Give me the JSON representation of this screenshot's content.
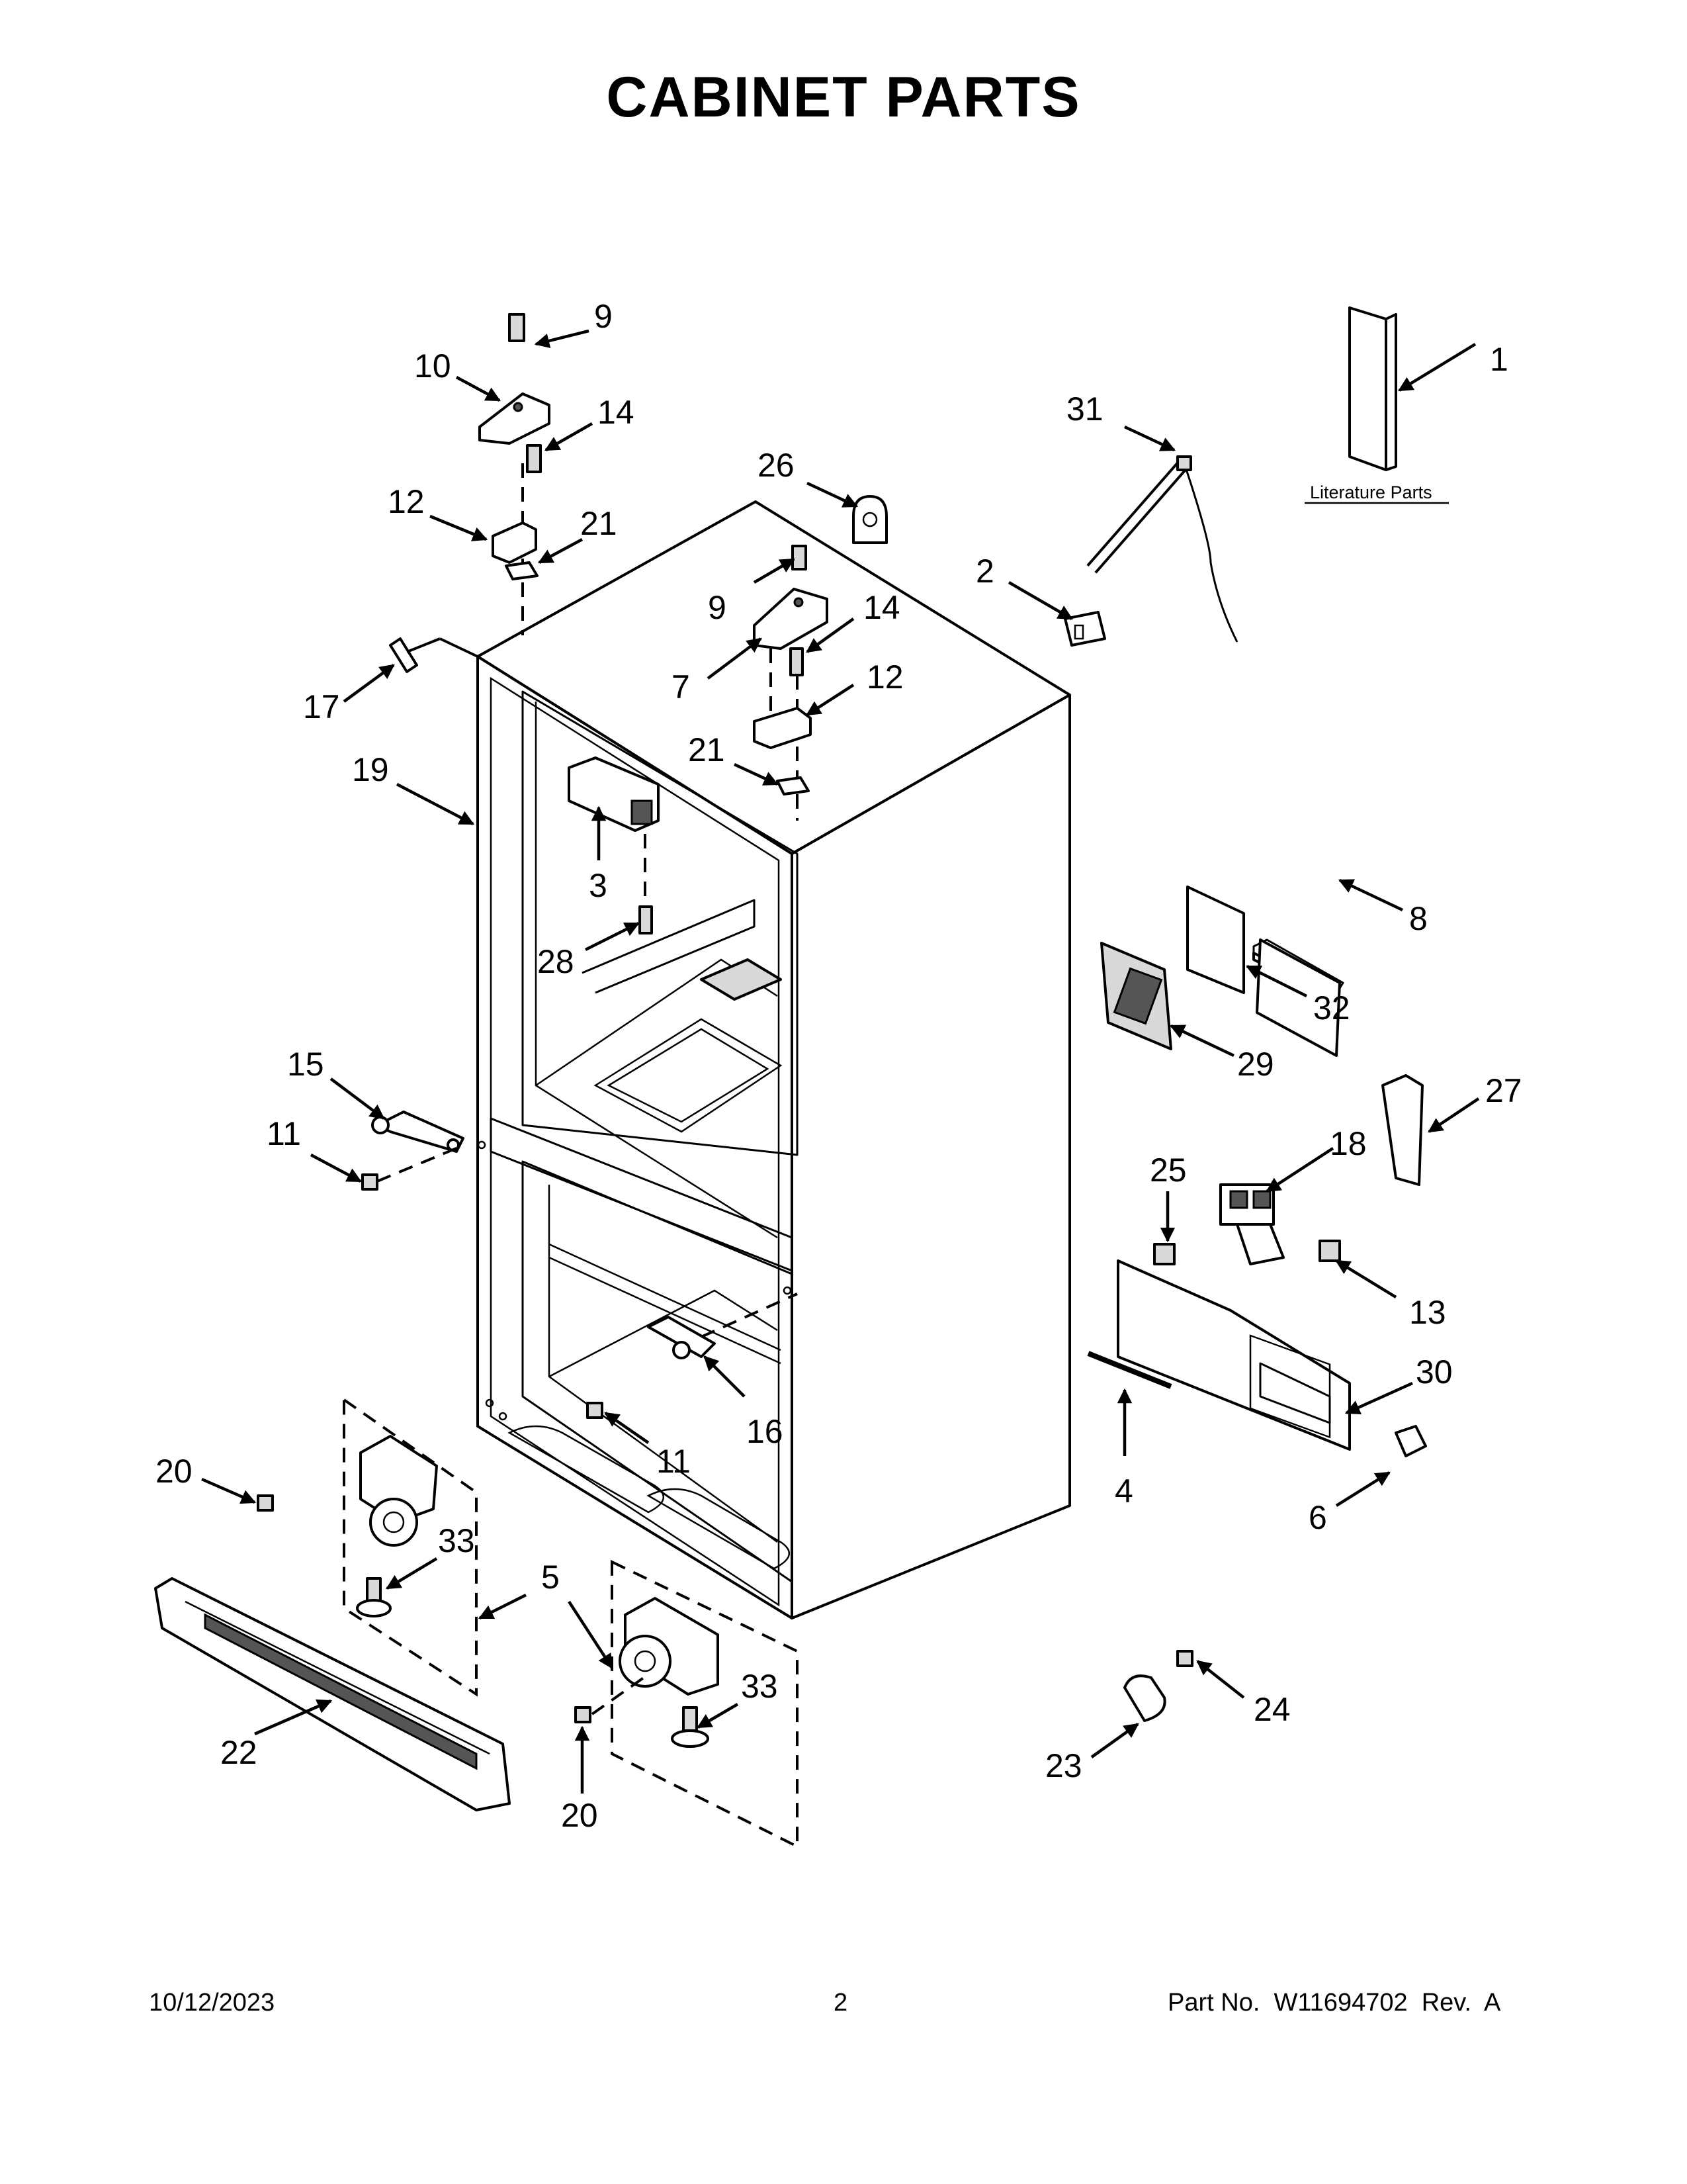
{
  "page": {
    "title": "CABINET PARTS",
    "literature_label": "Literature Parts"
  },
  "callouts": [
    {
      "id": "c1",
      "label": "1"
    },
    {
      "id": "c2",
      "label": "2"
    },
    {
      "id": "c3",
      "label": "3"
    },
    {
      "id": "c4",
      "label": "4"
    },
    {
      "id": "c5",
      "label": "5"
    },
    {
      "id": "c6",
      "label": "6"
    },
    {
      "id": "c7",
      "label": "7"
    },
    {
      "id": "c8",
      "label": "8"
    },
    {
      "id": "c9a",
      "label": "9"
    },
    {
      "id": "c9b",
      "label": "9"
    },
    {
      "id": "c10",
      "label": "10"
    },
    {
      "id": "c11a",
      "label": "11"
    },
    {
      "id": "c11b",
      "label": "11"
    },
    {
      "id": "c12a",
      "label": "12"
    },
    {
      "id": "c12b",
      "label": "12"
    },
    {
      "id": "c13",
      "label": "13"
    },
    {
      "id": "c14a",
      "label": "14"
    },
    {
      "id": "c14b",
      "label": "14"
    },
    {
      "id": "c15",
      "label": "15"
    },
    {
      "id": "c16",
      "label": "16"
    },
    {
      "id": "c17",
      "label": "17"
    },
    {
      "id": "c18",
      "label": "18"
    },
    {
      "id": "c19",
      "label": "19"
    },
    {
      "id": "c20a",
      "label": "20"
    },
    {
      "id": "c20b",
      "label": "20"
    },
    {
      "id": "c21a",
      "label": "21"
    },
    {
      "id": "c21b",
      "label": "21"
    },
    {
      "id": "c22",
      "label": "22"
    },
    {
      "id": "c23",
      "label": "23"
    },
    {
      "id": "c24",
      "label": "24"
    },
    {
      "id": "c25",
      "label": "25"
    },
    {
      "id": "c26",
      "label": "26"
    },
    {
      "id": "c27",
      "label": "27"
    },
    {
      "id": "c28",
      "label": "28"
    },
    {
      "id": "c29",
      "label": "29"
    },
    {
      "id": "c30",
      "label": "30"
    },
    {
      "id": "c31",
      "label": "31"
    },
    {
      "id": "c32",
      "label": "32"
    },
    {
      "id": "c33a",
      "label": "33"
    },
    {
      "id": "c33b",
      "label": "33"
    }
  ],
  "footer": {
    "date": "10/12/2023",
    "page_number": "2",
    "part_number": "Part No.  W11694702  Rev.  A"
  }
}
